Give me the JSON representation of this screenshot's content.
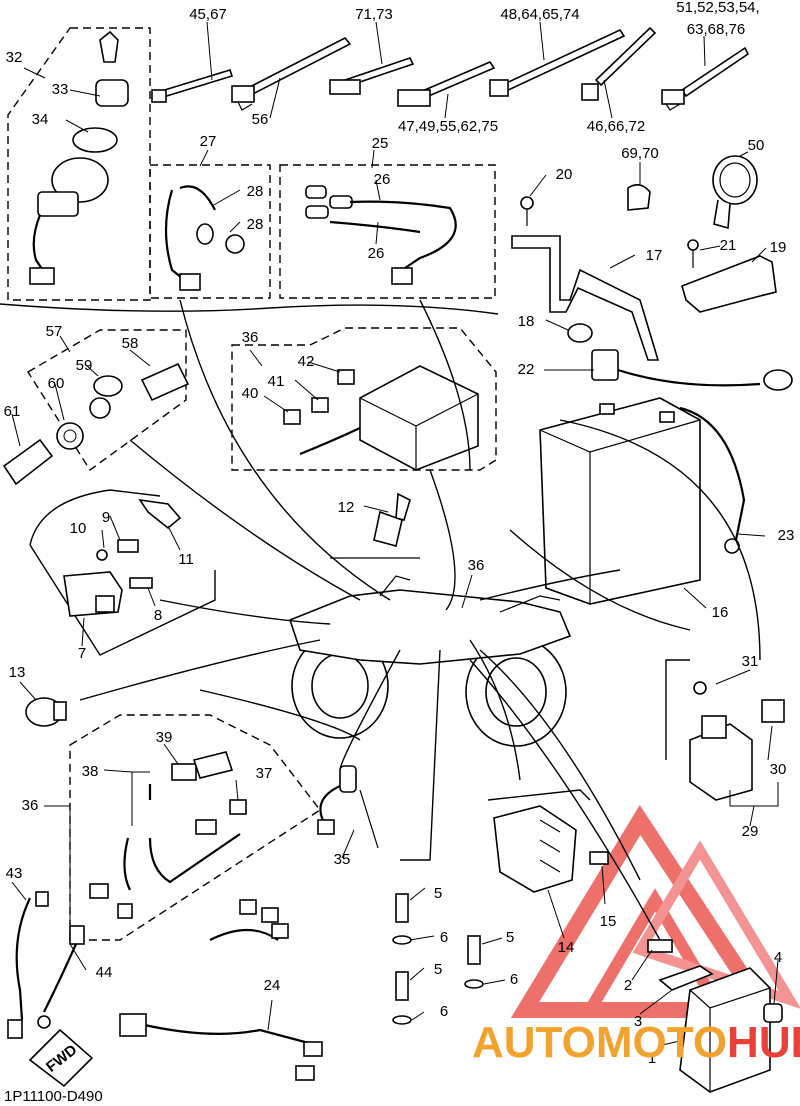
{
  "drawing_code": "1P11100-D490",
  "fwd_label": "FWD",
  "watermark": {
    "part1": "AUTOMOTO",
    "part2": "HUB",
    "color_orange": "#f2a22e",
    "color_red": "#e8413a"
  },
  "callouts": [
    {
      "id": "c1",
      "text": "1"
    },
    {
      "id": "c2",
      "text": "2"
    },
    {
      "id": "c3",
      "text": "3"
    },
    {
      "id": "c4",
      "text": "4"
    },
    {
      "id": "c5a",
      "text": "5"
    },
    {
      "id": "c5b",
      "text": "5"
    },
    {
      "id": "c5c",
      "text": "5"
    },
    {
      "id": "c6a",
      "text": "6"
    },
    {
      "id": "c6b",
      "text": "6"
    },
    {
      "id": "c6c",
      "text": "6"
    },
    {
      "id": "c7",
      "text": "7"
    },
    {
      "id": "c8",
      "text": "8"
    },
    {
      "id": "c9",
      "text": "9"
    },
    {
      "id": "c10",
      "text": "10"
    },
    {
      "id": "c11",
      "text": "11"
    },
    {
      "id": "c12",
      "text": "12"
    },
    {
      "id": "c13",
      "text": "13"
    },
    {
      "id": "c14",
      "text": "14"
    },
    {
      "id": "c15",
      "text": "15"
    },
    {
      "id": "c16",
      "text": "16"
    },
    {
      "id": "c17",
      "text": "17"
    },
    {
      "id": "c18",
      "text": "18"
    },
    {
      "id": "c19",
      "text": "19"
    },
    {
      "id": "c20",
      "text": "20"
    },
    {
      "id": "c21",
      "text": "21"
    },
    {
      "id": "c22",
      "text": "22"
    },
    {
      "id": "c23",
      "text": "23"
    },
    {
      "id": "c24",
      "text": "24"
    },
    {
      "id": "c25",
      "text": "25"
    },
    {
      "id": "c26a",
      "text": "26"
    },
    {
      "id": "c26b",
      "text": "26"
    },
    {
      "id": "c27",
      "text": "27"
    },
    {
      "id": "c28a",
      "text": "28"
    },
    {
      "id": "c28b",
      "text": "28"
    },
    {
      "id": "c29",
      "text": "29"
    },
    {
      "id": "c30",
      "text": "30"
    },
    {
      "id": "c31",
      "text": "31"
    },
    {
      "id": "c32",
      "text": "32"
    },
    {
      "id": "c33",
      "text": "33"
    },
    {
      "id": "c34",
      "text": "34"
    },
    {
      "id": "c35",
      "text": "35"
    },
    {
      "id": "c36a",
      "text": "36"
    },
    {
      "id": "c36b",
      "text": "36"
    },
    {
      "id": "c36c",
      "text": "36"
    },
    {
      "id": "c37",
      "text": "37"
    },
    {
      "id": "c38",
      "text": "38"
    },
    {
      "id": "c39",
      "text": "39"
    },
    {
      "id": "c40",
      "text": "40"
    },
    {
      "id": "c41",
      "text": "41"
    },
    {
      "id": "c42",
      "text": "42"
    },
    {
      "id": "c43",
      "text": "43"
    },
    {
      "id": "c44",
      "text": "44"
    },
    {
      "id": "c50",
      "text": "50"
    },
    {
      "id": "c56",
      "text": "56"
    },
    {
      "id": "c57",
      "text": "57"
    },
    {
      "id": "c58",
      "text": "58"
    },
    {
      "id": "c59",
      "text": "59"
    },
    {
      "id": "c60",
      "text": "60"
    },
    {
      "id": "c61",
      "text": "61"
    },
    {
      "id": "c4567",
      "text": "45,67"
    },
    {
      "id": "c7173",
      "text": "71,73"
    },
    {
      "id": "c48",
      "text": "48,64,65,74"
    },
    {
      "id": "c51a",
      "text": "51,52,53,54,"
    },
    {
      "id": "c51b",
      "text": "63,68,76"
    },
    {
      "id": "c47",
      "text": "47,49,55,62,75"
    },
    {
      "id": "c46",
      "text": "46,66,72"
    },
    {
      "id": "c6970",
      "text": "69,70"
    }
  ]
}
